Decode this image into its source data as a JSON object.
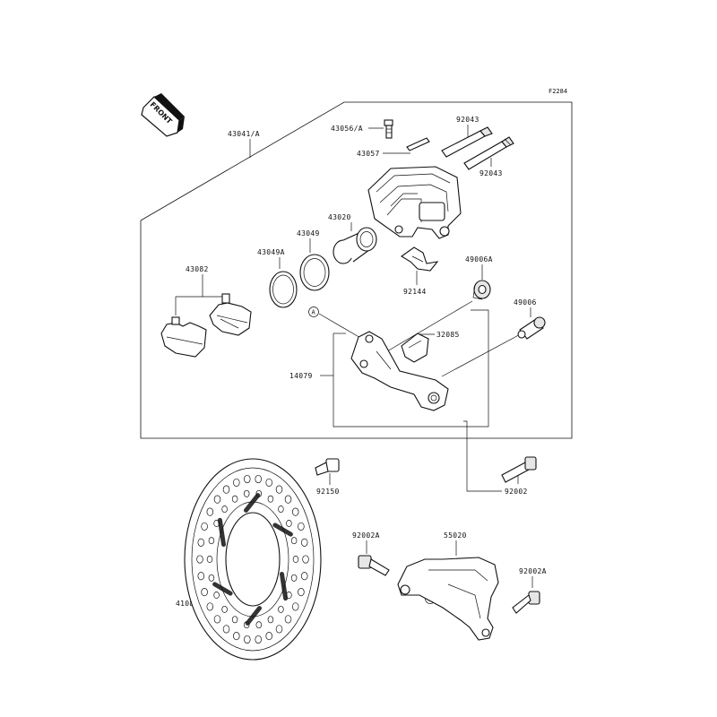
{
  "figure_code": "F2284",
  "front_marker": "FRONT",
  "ref_marker": "A",
  "parts": {
    "caliper_assy": "43041/A",
    "bleed_valve": "43056/A",
    "valve_cap": "43057",
    "pin_upper": "92043",
    "pin_lower": "92043",
    "piston": "43020",
    "piston_seal": "43049",
    "dust_seal": "43049A",
    "pad_set": "43082",
    "pad_spring": "92144",
    "boot_left": "49006A",
    "boot_right": "49006",
    "bracket": "14079",
    "pad_holder": "32085",
    "disc_bolt": "92150",
    "bracket_bolt": "92002",
    "disc": "41080",
    "guard_bolt_left": "92002A",
    "disc_guard": "55020",
    "guard_bolt_right": "92002A"
  }
}
